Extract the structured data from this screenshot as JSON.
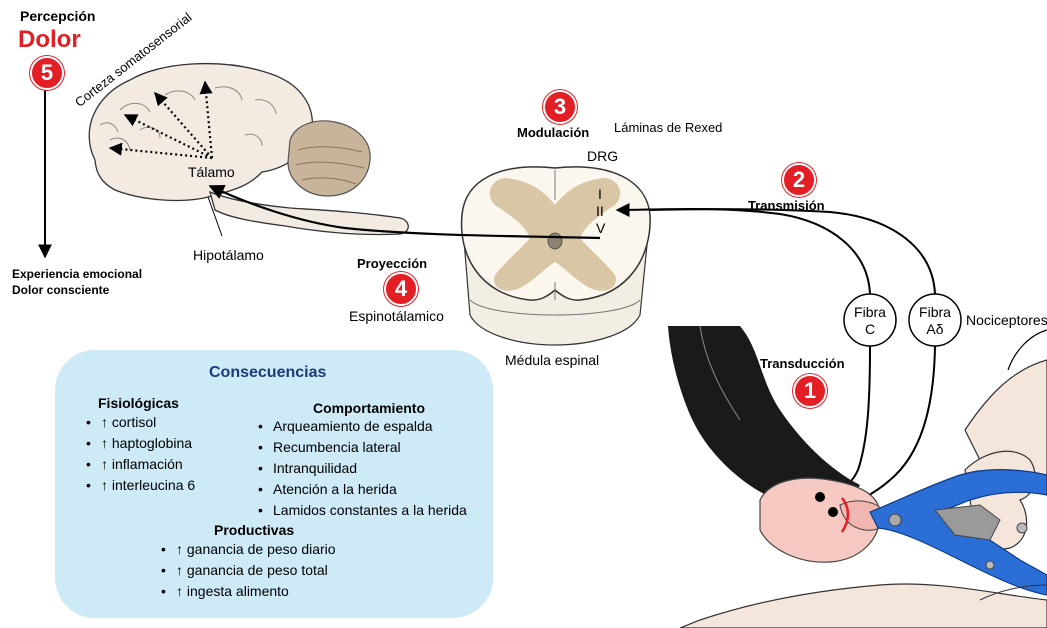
{
  "labels": {
    "perception_title": "Percepción",
    "pain": "Dolor",
    "cortex": "Corteza somatosensorial",
    "thalamus": "Tálamo",
    "hypothalamus": "Hipotálamo",
    "emotional_experience": "Experiencia emocional",
    "conscious_pain": "Dolor consciente",
    "modulation": "Modulación",
    "rexed": "Láminas de Rexed",
    "drg": "DRG",
    "lamina_1": "I",
    "lamina_2": "II",
    "lamina_5": "V",
    "spinal_cord": "Médula espinal",
    "projection": "Proyección",
    "spinothalamic": "Espinotálamico",
    "transmission": "Transmisión",
    "fiber_c_line1": "Fibra",
    "fiber_c_line2": "C",
    "fiber_ad_line1": "Fibra",
    "fiber_ad_line2": "Aδ",
    "nociceptors": "Nociceptores",
    "transduction": "Transducción"
  },
  "steps": {
    "transduction": "1",
    "transmission": "2",
    "modulation": "3",
    "projection": "4",
    "perception": "5"
  },
  "consequences": {
    "title": "Consecuencias",
    "physiological": {
      "title": "Fisiológicas",
      "items": [
        "↑ cortisol",
        "↑ haptoglobina",
        "↑ inflamación",
        "↑ interleucina 6"
      ]
    },
    "behavior": {
      "title": "Comportamiento",
      "items": [
        "Arqueamiento de espalda",
        "Recumbencia lateral",
        "Intranquilidad",
        "Atención a la herida",
        "Lamidos constantes a la herida"
      ]
    },
    "productive": {
      "title": "Productivas",
      "items": [
        "↑ ganancia de peso diario",
        "↑ ganancia de peso total",
        "↑ ingesta alimento"
      ]
    }
  },
  "colors": {
    "accent_red": "#e31e24",
    "panel_bg": "#cdeaf6",
    "panel_title": "#1f3a7a",
    "brain": "#f3ebe2",
    "cerebellum": "#c7b49b",
    "cord_gray": "#d9c6a5",
    "clamp_blue": "#2b6fd6",
    "skin": "#f5c9c2"
  }
}
